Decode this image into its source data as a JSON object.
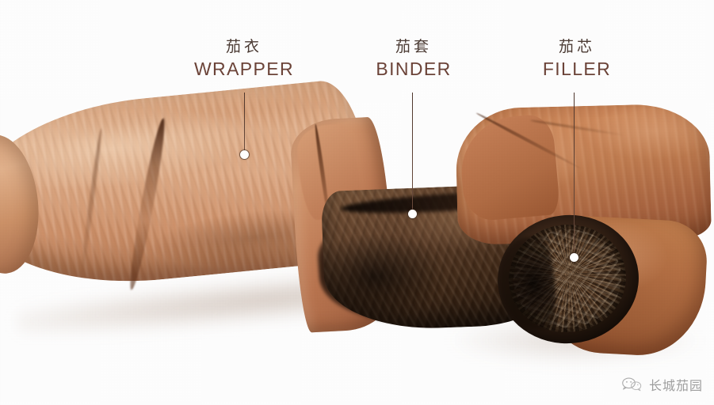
{
  "image": {
    "subject": "cigar-anatomy-cross-section",
    "background_color": "#ffffff",
    "alt": "Cut cigar showing wrapper, binder and filler leaves"
  },
  "callouts": [
    {
      "id": "wrapper",
      "cn": "茄衣",
      "en": "WRAPPER",
      "text_color": "#6b4338",
      "cn_color": "#4a3a33",
      "dot_color": "#ffffff"
    },
    {
      "id": "binder",
      "cn": "茄套",
      "en": "BINDER",
      "text_color": "#6b4338",
      "cn_color": "#4a3a33",
      "dot_color": "#ffffff"
    },
    {
      "id": "filler",
      "cn": "茄芯",
      "en": "FILLER",
      "text_color": "#6b4338",
      "cn_color": "#4a3a33",
      "dot_color": "#ffffff"
    }
  ],
  "watermark": {
    "text": "长城茄园",
    "icon": "wechat-icon",
    "color": "#5a5a5a"
  },
  "palette": {
    "wrapper_light": "#e1ae88",
    "wrapper_mid": "#cf9169",
    "wrapper_dark": "#a5684a",
    "leaf_right": "#c07a4e",
    "binder_dark": "#3f2817",
    "binder_deep": "#1c110a",
    "filler_core": "#452c1a",
    "background": "#ffffff"
  }
}
